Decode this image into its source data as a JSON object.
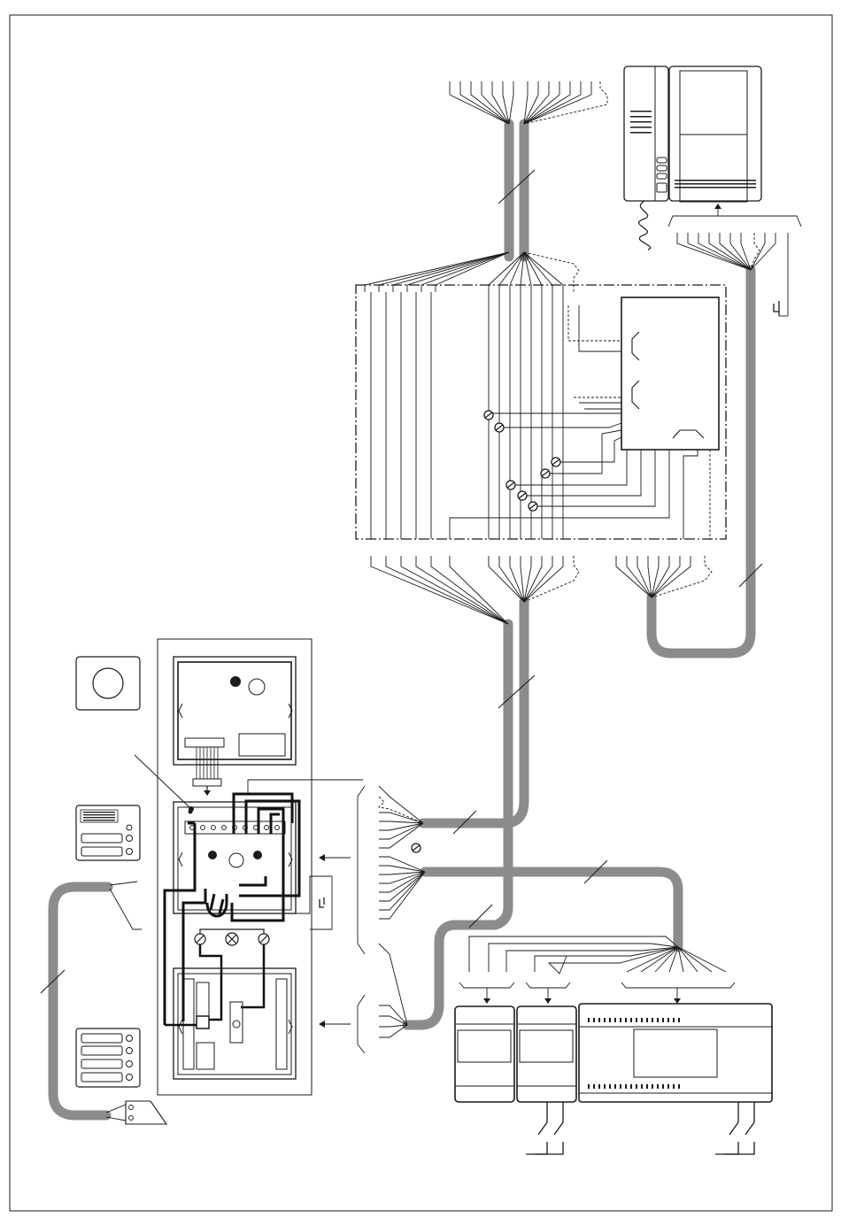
{
  "diagram": {
    "texts": [],
    "colors": {
      "line": "#1a1a1a",
      "cable": "#8c8c8c",
      "paper": "#ffffff",
      "heavy": "#111111"
    },
    "components": [
      "intercom-handset",
      "video-monitor",
      "distribution-box",
      "door-station-module",
      "camera-module",
      "power-supply-units",
      "call-push-button",
      "speaker-panel",
      "button-panel",
      "electric-lock"
    ]
  }
}
